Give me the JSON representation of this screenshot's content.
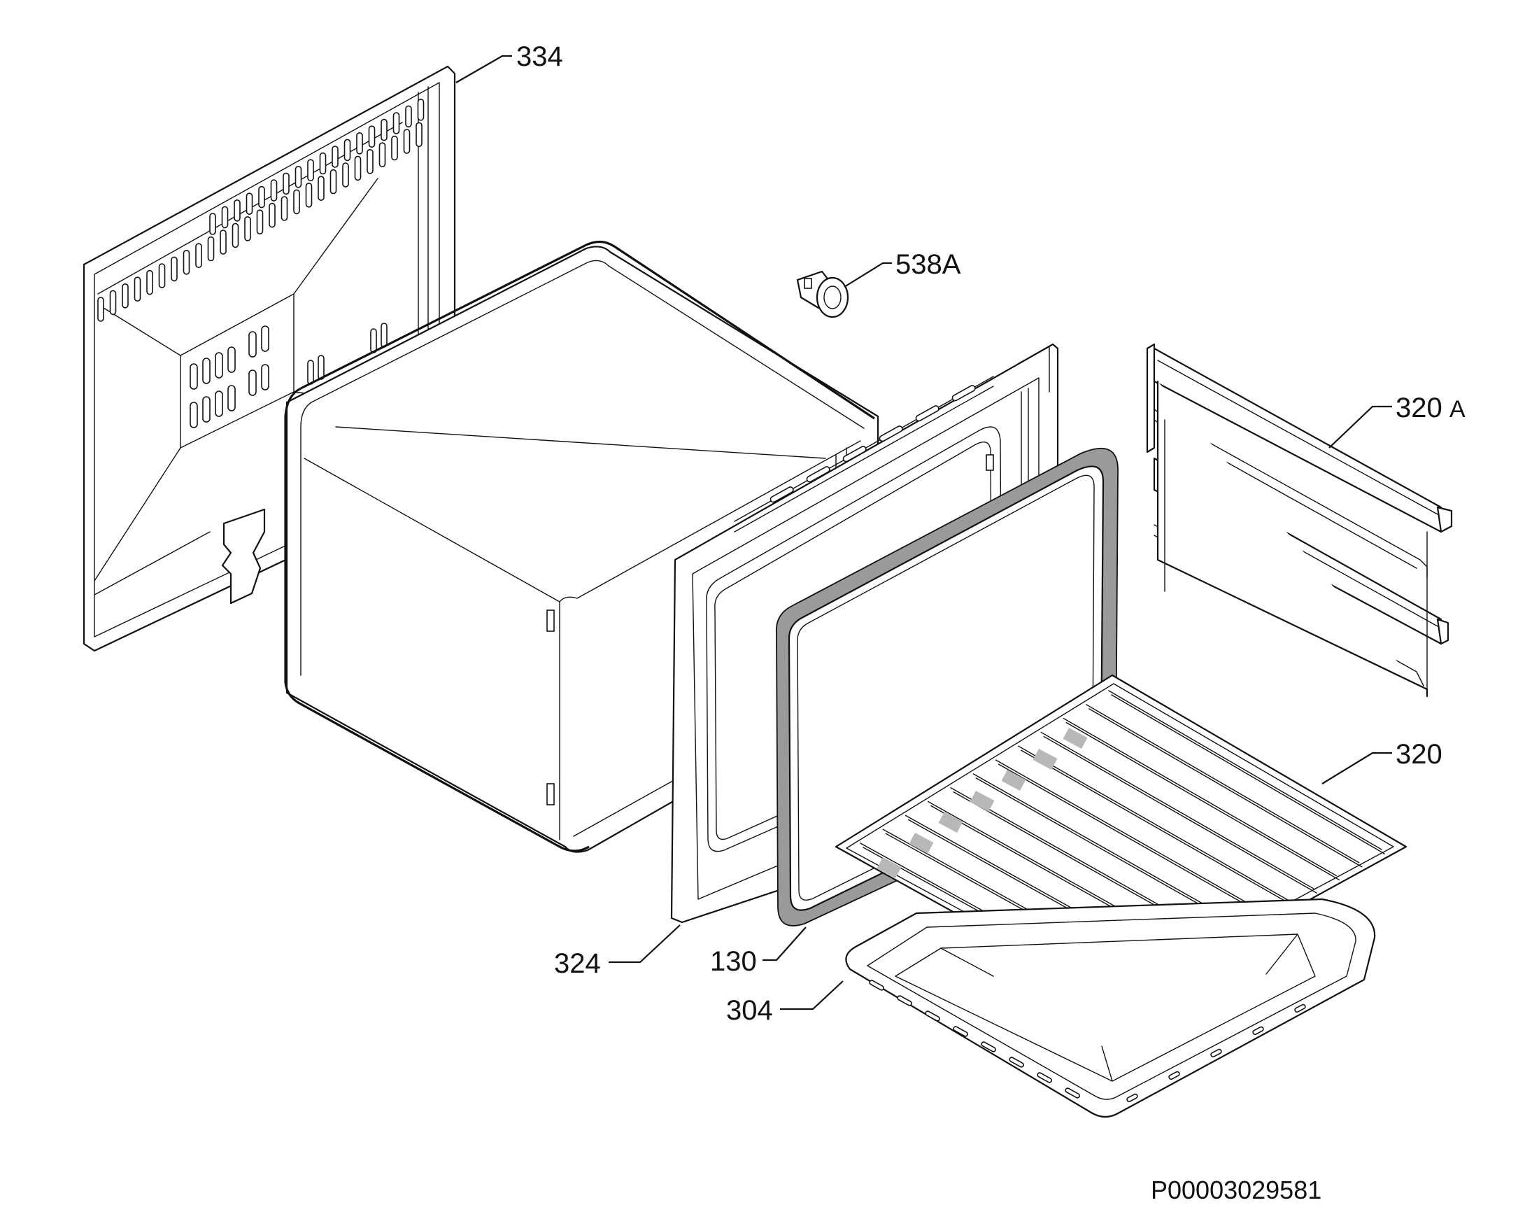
{
  "callouts": {
    "c334": "334",
    "c538a": "538A",
    "c320a_num": "320",
    "c320a_suffix": "A",
    "c320": "320",
    "c324": "324",
    "c130": "130",
    "c304": "304"
  },
  "document_id": "P00003029581"
}
